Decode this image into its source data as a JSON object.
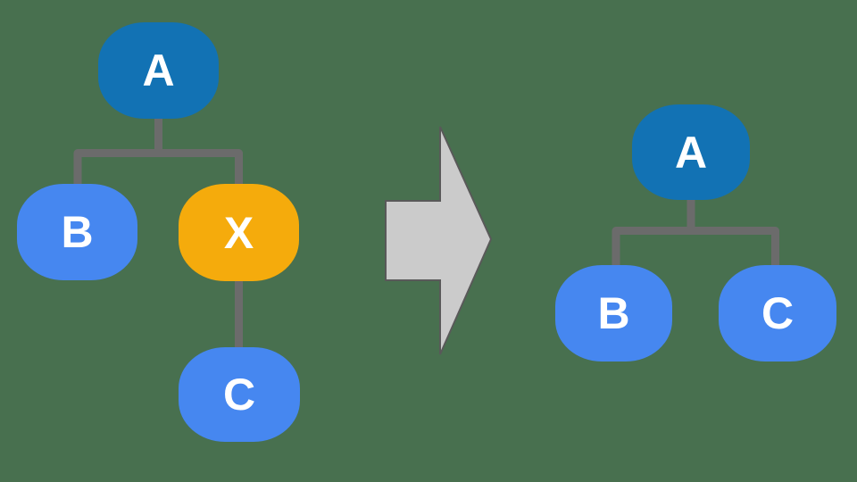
{
  "colors": {
    "background": "#48704f",
    "connector": "#6b6b6b",
    "arrow_fill": "#cbcbcb",
    "arrow_stroke": "#595959",
    "node_text": "#ffffff",
    "root_node": "#1272b4",
    "child_node": "#4687f0",
    "highlight_node": "#f5ab0c"
  },
  "before_tree": {
    "nodes": [
      {
        "label": "A",
        "role": "root"
      },
      {
        "label": "B",
        "role": "child"
      },
      {
        "label": "X",
        "role": "highlight"
      },
      {
        "label": "C",
        "role": "child"
      }
    ],
    "edges": [
      "A-B",
      "A-X",
      "X-C"
    ]
  },
  "after_tree": {
    "nodes": [
      {
        "label": "A",
        "role": "root"
      },
      {
        "label": "B",
        "role": "child"
      },
      {
        "label": "C",
        "role": "child"
      }
    ],
    "edges": [
      "A-B",
      "A-C"
    ]
  },
  "arrow": {
    "direction": "right"
  }
}
